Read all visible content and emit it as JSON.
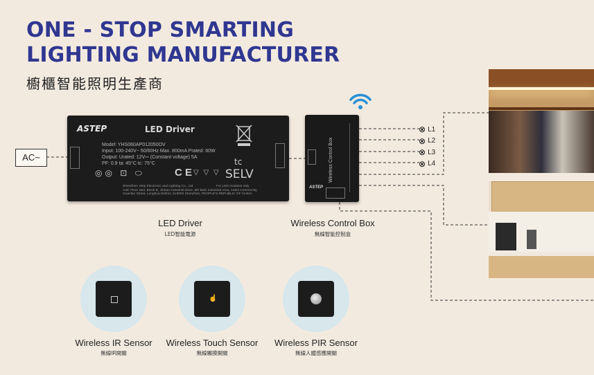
{
  "header": {
    "title_line1": "ONE - STOP SMARTING",
    "title_line2": "LIGHTING MANUFACTURER",
    "subtitle": "櫥櫃智能照明生產商"
  },
  "ac_label": "AC~",
  "driver": {
    "brand": "ASTEP",
    "product": "LED Driver",
    "spec_lines": [
      "Model: YHS060AP012050OV",
      "Input: 100-240V~  50/60Hz Max. 800mA  Prated: 60W",
      "Output: Urated:  12V⎓  (Constant voltage)   5A",
      "PF: 0.9  ta: 45°C  tc: 75°C"
    ],
    "cert_text": "SELV",
    "company": "ShenZhen Step Electronic and Lighting Co., Ltd.",
    "address": "Add: Floor 2&3, Block B, Jinhao Industrial Zone, 9th Bafu Industrial Area, Aobei Community, Guanlan Street, Longhua District, 518000    Shenzhen, PEOPLE'S REPUBLIC OF CHINA",
    "modules_note": "For LED modules only",
    "caption": "LED Driver",
    "caption_cn": "LED智能電源"
  },
  "control_box": {
    "label": "Wireless Control Box",
    "caption": "Wireless Control Box",
    "caption_cn": "無線智能控制盒",
    "outputs": [
      "L1",
      "L2",
      "L3",
      "L4"
    ]
  },
  "sensors": [
    {
      "caption": "Wireless IR Sensor",
      "caption_cn": "無線IR開關"
    },
    {
      "caption": "Wireless Touch Sensor",
      "caption_cn": "無線觸摸開關"
    },
    {
      "caption": "Wireless PIR Sensor",
      "caption_cn": "無線人體感應開關"
    }
  ],
  "colors": {
    "title": "#2f3791",
    "wifi": "#2a90d6",
    "background": "#f3eadf",
    "halo": "#d7e7eb"
  }
}
